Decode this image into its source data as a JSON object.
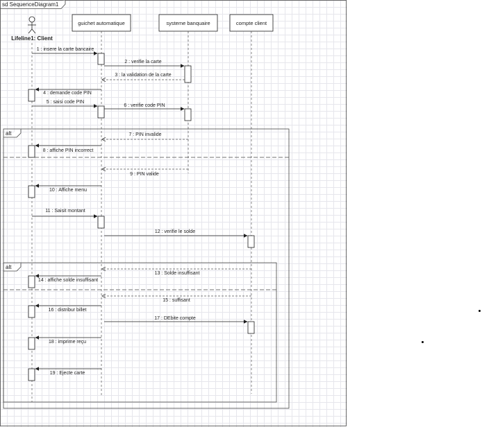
{
  "diagram": {
    "title": "sd SequenceDiagram1",
    "lifelines": [
      {
        "id": "client",
        "label": "Lifeline1: Client",
        "kind": "actor"
      },
      {
        "id": "guichet",
        "label": "guichet automatique",
        "kind": "object"
      },
      {
        "id": "systeme",
        "label": "systeme banquaire",
        "kind": "object"
      },
      {
        "id": "compte",
        "label": "compte client",
        "kind": "object"
      }
    ],
    "fragments": [
      {
        "operator": "alt"
      },
      {
        "operator": "alt"
      }
    ],
    "messages": [
      {
        "label": "1 : insere la carte bancaire",
        "from": "client",
        "to": "guichet",
        "type": "sync"
      },
      {
        "label": "2 : verifie la carte",
        "from": "guichet",
        "to": "systeme",
        "type": "sync"
      },
      {
        "label": "3 : la validation de la carte",
        "from": "systeme",
        "to": "guichet",
        "type": "reply"
      },
      {
        "label": "4 : demande code PIN",
        "from": "guichet",
        "to": "client",
        "type": "sync"
      },
      {
        "label": "5 : saisi code PIN",
        "from": "client",
        "to": "guichet",
        "type": "sync"
      },
      {
        "label": "6 : verifie code PIN",
        "from": "guichet",
        "to": "systeme",
        "type": "sync"
      },
      {
        "label": "7 : PIN invalide",
        "from": "systeme",
        "to": "guichet",
        "type": "reply"
      },
      {
        "label": "8 : affiche PIN incorrect",
        "from": "guichet",
        "to": "client",
        "type": "sync"
      },
      {
        "label": "9 : PIN valide",
        "from": "systeme",
        "to": "guichet",
        "type": "reply"
      },
      {
        "label": "10 : Affiche menu",
        "from": "guichet",
        "to": "client",
        "type": "sync"
      },
      {
        "label": "11 : Saisit montant",
        "from": "client",
        "to": "guichet",
        "type": "sync"
      },
      {
        "label": "12 : verifie le solde",
        "from": "guichet",
        "to": "compte",
        "type": "sync"
      },
      {
        "label": "13 : Solde insuffisant",
        "from": "compte",
        "to": "guichet",
        "type": "reply"
      },
      {
        "label": "14 : affiche solde insuffisant",
        "from": "guichet",
        "to": "client",
        "type": "sync"
      },
      {
        "label": "15 : suffisant",
        "from": "compte",
        "to": "guichet",
        "type": "reply"
      },
      {
        "label": "16 : distribur billet",
        "from": "guichet",
        "to": "client",
        "type": "sync"
      },
      {
        "label": "17 : DEbite compte",
        "from": "guichet",
        "to": "compte",
        "type": "sync"
      },
      {
        "label": "18 : imprime reçu",
        "from": "guichet",
        "to": "client",
        "type": "sync"
      },
      {
        "label": "19 : Ejecte carte",
        "from": "guichet",
        "to": "client",
        "type": "sync"
      }
    ]
  }
}
